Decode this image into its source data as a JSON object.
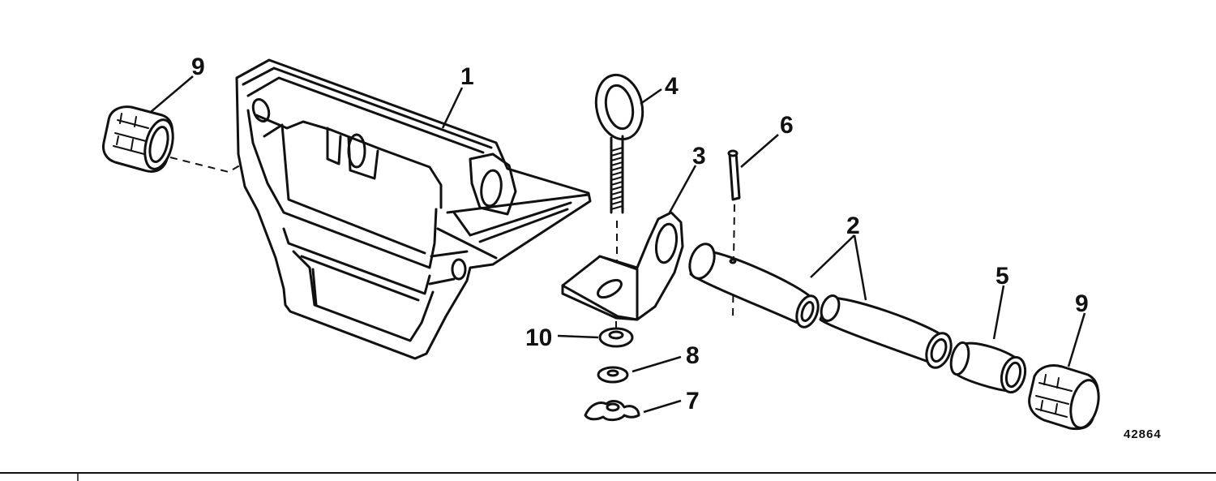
{
  "callouts": {
    "c1": "1",
    "c2": "2",
    "c3": "3",
    "c4": "4",
    "c5": "5",
    "c6": "6",
    "c7": "7",
    "c8": "8",
    "c9a": "9",
    "c9b": "9",
    "c10": "10"
  },
  "figure_number": "42864"
}
